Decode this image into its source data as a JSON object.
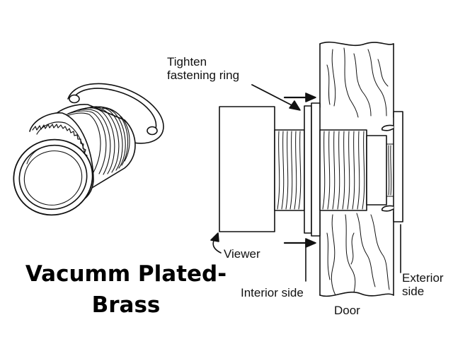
{
  "labels": {
    "tighten_line1": "Tighten",
    "tighten_line2": "fastening ring",
    "viewer": "Viewer",
    "interior_side": "Interior side",
    "door": "Door",
    "exterior_line1": "Exterior",
    "exterior_line2": "side"
  },
  "caption": {
    "line1": "Vacumm Plated-",
    "line2": "Brass"
  },
  "colors": {
    "ink": "#111111",
    "paper": "#ffffff"
  }
}
